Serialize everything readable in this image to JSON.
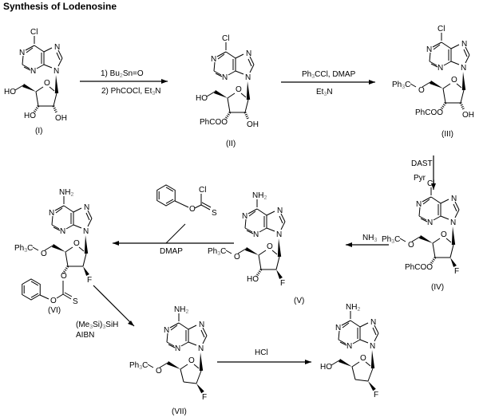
{
  "title": "Synthesis of Lodenosine",
  "compounds": [
    {
      "id": "I",
      "label": "(I)",
      "base_sub": "Cl",
      "five_prime": "HO",
      "three_prime": "HO",
      "two_prime": "OH",
      "deoxy": false
    },
    {
      "id": "II",
      "label": "(II)",
      "base_sub": "Cl",
      "five_prime": "HO",
      "three_prime": "PhCOO",
      "two_prime": "OH",
      "deoxy": false
    },
    {
      "id": "III",
      "label": "(III)",
      "base_sub": "Cl",
      "five_prime": "Ph3C",
      "three_prime": "PhCOO",
      "two_prime": "OH",
      "deoxy": false
    },
    {
      "id": "IV",
      "label": "(IV)",
      "base_sub": "Cl",
      "five_prime": "Ph3C",
      "three_prime": "PhCOO",
      "two_prime": "F",
      "deoxy": false
    },
    {
      "id": "V",
      "label": "(V)",
      "base_sub": "NH2",
      "five_prime": "Ph3C",
      "three_prime": "HO",
      "two_prime": "F",
      "deoxy": false
    },
    {
      "id": "VI",
      "label": "(VI)",
      "base_sub": "NH2",
      "five_prime": "Ph3C",
      "three_prime": "O-C(=S)-OPh",
      "two_prime": "F",
      "deoxy": false
    },
    {
      "id": "VII",
      "label": "(VII)",
      "base_sub": "NH2",
      "five_prime": "Ph3C",
      "three_prime": "",
      "two_prime": "F",
      "deoxy": true
    },
    {
      "id": "VIII",
      "label": "",
      "base_sub": "NH2",
      "five_prime": "HO",
      "three_prime": "",
      "two_prime": "F",
      "deoxy": true
    }
  ],
  "reactions": [
    {
      "from": "I",
      "to": "II",
      "above": "1) Bu2Sn=O",
      "below": "2) PhCOCl, Et3N"
    },
    {
      "from": "II",
      "to": "III",
      "above": "Ph3CCl, DMAP",
      "below": "Et3N"
    },
    {
      "from": "III",
      "to": "IV",
      "above": "DAST",
      "below": "Pyr"
    },
    {
      "from": "IV",
      "to": "V",
      "above": "NH3",
      "below": ""
    },
    {
      "from": "V",
      "to": "VI",
      "above": "",
      "below": "DMAP",
      "reagent_structure": "phenyl chlorothionoformate"
    },
    {
      "from": "VI",
      "to": "VII",
      "above": "(Me3Si)3SiH",
      "below": "AIBN"
    },
    {
      "from": "VII",
      "to": "VIII",
      "above": "HCl",
      "below": ""
    }
  ],
  "atoms": {
    "N": "N",
    "O": "O",
    "Cl": "Cl",
    "S": "S",
    "F": "F",
    "H": "H",
    "NH": "NH",
    "sub2": "2",
    "sub3": "3",
    "Ph": "Ph",
    "C": "C",
    "HO": "HO",
    "OH": "OH",
    "PhCOO": "PhCOO"
  },
  "text": {
    "bu2sn_a": "1) Bu",
    "bu2sn_b": "Sn=O",
    "phcocl": "2) PhCOCl, ",
    "et": "Et",
    "n": "N",
    "ph3ccl_a": "Ph",
    "ph3ccl_b": "CCl, DMAP",
    "dast": "DAST",
    "pyr": "Pyr",
    "nh3": "NH",
    "dmap": "DMAP",
    "hcl": "HCl",
    "me3si_a": "(Me",
    "me3si_b": "Si)",
    "me3si_c": "SiH",
    "aibn": "AIBN"
  }
}
